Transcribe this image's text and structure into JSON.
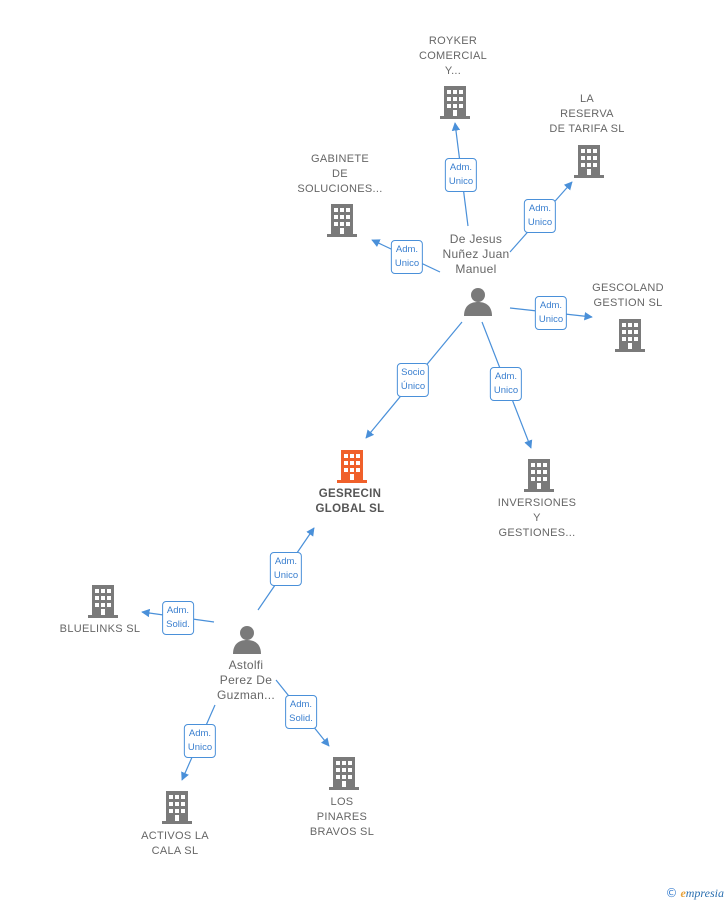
{
  "nodes": {
    "royker": {
      "label": "ROYKER\nCOMERCIAL\nY...",
      "type": "company"
    },
    "lareserva": {
      "label": "LA\nRESERVA\nDE TARIFA  SL",
      "type": "company"
    },
    "gabinete": {
      "label": "GABINETE\nDE\nSOLUCIONES...",
      "type": "company"
    },
    "dejesus": {
      "label": "De Jesus\nNuñez Juan\nManuel",
      "type": "person"
    },
    "gescoland": {
      "label": "GESCOLAND\nGESTION  SL",
      "type": "company"
    },
    "gesrecin": {
      "label": "GESRECIN\nGLOBAL  SL",
      "type": "company-main"
    },
    "inversiones": {
      "label": "INVERSIONES\nY\nGESTIONES...",
      "type": "company"
    },
    "bluelinks": {
      "label": "BLUELINKS  SL",
      "type": "company"
    },
    "astolfi": {
      "label": "Astolfi\nPerez De\nGuzman...",
      "type": "person"
    },
    "activos": {
      "label": "ACTIVOS LA\nCALA  SL",
      "type": "company"
    },
    "pinares": {
      "label": "LOS\nPINARES\nBRAVOS  SL",
      "type": "company"
    }
  },
  "edges": {
    "royker": "Adm.\nUnico",
    "lareserva": "Adm.\nUnico",
    "gabinete": "Adm.\nUnico",
    "gescoland": "Adm.\nUnico",
    "socio": "Socio\nÚnico",
    "inversiones": "Adm.\nUnico",
    "gesrecin_astolfi": "Adm.\nUnico",
    "bluelinks": "Adm.\nSolid.",
    "activos": "Adm.\nUnico",
    "pinares": "Adm.\nSolid."
  },
  "colors": {
    "edge": "#4a90d9",
    "company": "#7a7a7a",
    "main": "#f0602a",
    "person": "#7a7a7a"
  },
  "footer": {
    "copyright": "©",
    "brand_first": "e",
    "brand_rest": "mpresia"
  }
}
